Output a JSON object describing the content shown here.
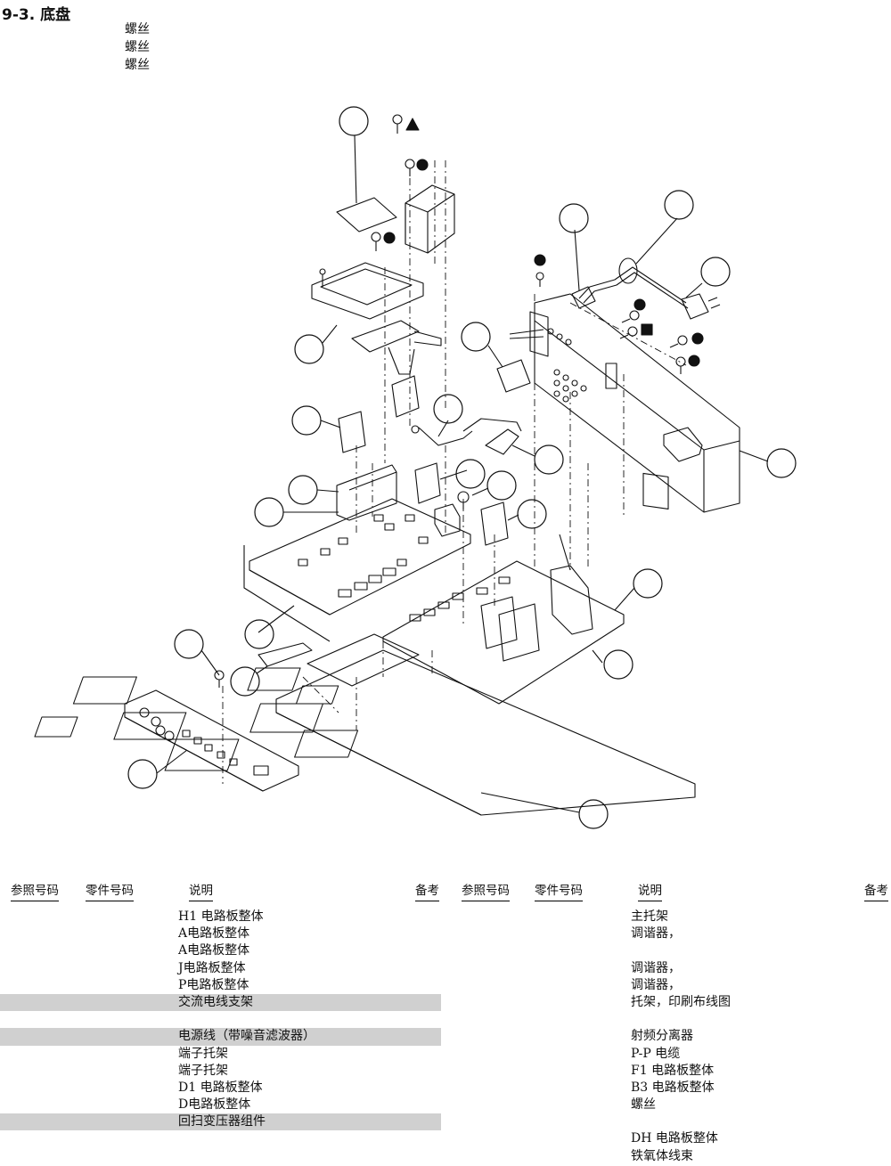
{
  "page": {
    "title": "9-3. 底盘",
    "screw_legend": [
      "螺丝",
      "螺丝",
      "螺丝"
    ]
  },
  "table_headers": {
    "left": [
      "参照号码",
      "零件号码",
      "说明",
      "备考"
    ],
    "right": [
      "参照号码",
      "零件号码",
      "说明",
      "备考"
    ]
  },
  "left_rows": [
    {
      "desc": "H1 电路板整体",
      "shaded": false
    },
    {
      "desc": "A电路板整体",
      "shaded": false
    },
    {
      "desc": "A电路板整体",
      "shaded": false
    },
    {
      "desc": "J电路板整体",
      "shaded": false
    },
    {
      "desc": "P电路板整体",
      "shaded": false
    },
    {
      "desc": "交流电线支架",
      "shaded": true
    },
    {
      "desc": "",
      "shaded": false
    },
    {
      "desc": "电源线（带噪音滤波器）",
      "shaded": true
    },
    {
      "desc": "端子托架",
      "shaded": false
    },
    {
      "desc": "端子托架",
      "shaded": false
    },
    {
      "desc": "D1 电路板整体",
      "shaded": false
    },
    {
      "desc": "D电路板整体",
      "shaded": false
    },
    {
      "desc": "回扫变压器组件",
      "shaded": true
    }
  ],
  "right_rows": [
    {
      "desc": "主托架",
      "shaded": false
    },
    {
      "desc": "调谐器，",
      "shaded": false
    },
    {
      "desc": "",
      "shaded": false
    },
    {
      "desc": "调谐器，",
      "shaded": false
    },
    {
      "desc": "调谐器，",
      "shaded": false
    },
    {
      "desc": "托架，印刷布线图",
      "shaded": false
    },
    {
      "desc": "",
      "shaded": false
    },
    {
      "desc": "射频分离器",
      "shaded": false
    },
    {
      "desc": "P-P 电缆",
      "shaded": false
    },
    {
      "desc": "F1 电路板整体",
      "shaded": false
    },
    {
      "desc": "B3 电路板整体",
      "shaded": false
    },
    {
      "desc": "螺丝",
      "shaded": false
    },
    {
      "desc": "",
      "shaded": false
    },
    {
      "desc": "DH 电路板整体",
      "shaded": false
    },
    {
      "desc": "铁氧体线束",
      "shaded": false
    }
  ]
}
